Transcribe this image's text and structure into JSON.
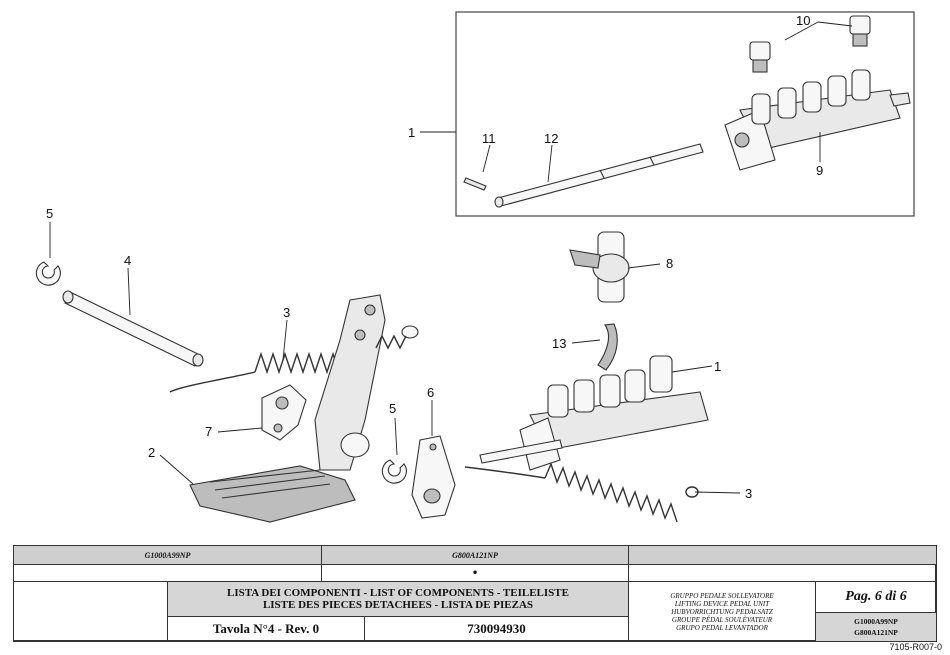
{
  "callouts": {
    "c1_top": "1",
    "c10": "10",
    "c11": "11",
    "c12": "12",
    "c9": "9",
    "c5_left": "5",
    "c4": "4",
    "c3_top": "3",
    "c7": "7",
    "c2": "2",
    "c8": "8",
    "c13": "13",
    "c1_mid": "1",
    "c5_mid": "5",
    "c6": "6",
    "c3_bottom": "3"
  },
  "title_block": {
    "model_a": "G1000A99NP",
    "model_b": "G800A121NP",
    "bullet": "•",
    "list_line1": "LISTA DEI COMPONENTI - LIST OF COMPONENTS - TEILELISTE",
    "list_line2": "LISTE DES PIECES DETACHEES - LISTA DE PIEZAS",
    "group_lines": [
      "GRUPPO PEDALE SOLLEVATORE",
      "LIFTING DEVICE PEDAL UNIT",
      "HUBVORRICHTUNG PEDALSATZ",
      "GROUPE PÉDAL SOULÈVATEUR",
      "GRUPO PEDAL LEVANTADOR"
    ],
    "page": "Pag. 6 di 6",
    "code_a": "G1000A99NP",
    "code_b": "G800A121NP",
    "table_label": "Tavola N°4 - Rev. 0",
    "part_number": "730094930"
  },
  "doc_ref": "7105-R007-0"
}
